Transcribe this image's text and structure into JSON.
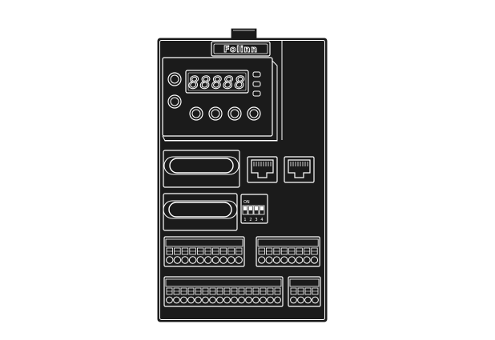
{
  "device": {
    "brand": "Folinn",
    "display_text": "88888",
    "dip_switch": {
      "header": "ON",
      "numbers": [
        "1",
        "2",
        "3",
        "4"
      ]
    }
  },
  "colors": {
    "body_fill": "#1b1b1b",
    "line": "#ffffff",
    "background": "#ffffff"
  }
}
